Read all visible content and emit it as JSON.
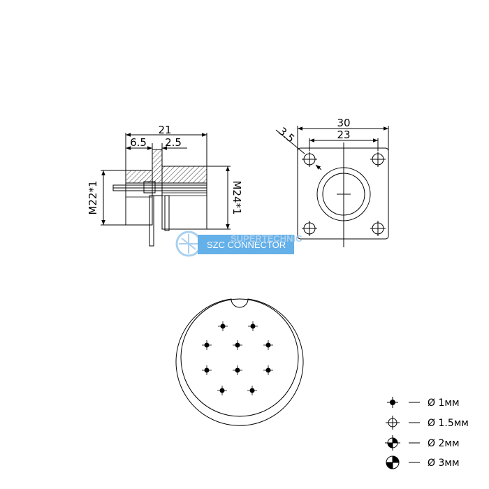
{
  "side_view": {
    "dim_overall": "21",
    "dim_a": "6.5",
    "dim_b": "2.5",
    "thread_left": "M22*1",
    "thread_right": "M24*1"
  },
  "flange_view": {
    "dim_outer": "30",
    "dim_holes": "23",
    "dim_hole_dia": "3.5"
  },
  "watermark": {
    "text": "SZC CONNECTOR",
    "ghost_text": "SUPERTECHNIC",
    "color": "#4aa3e6"
  },
  "legend": [
    {
      "symbol": "1mm-pin-icon",
      "label": "Ø 1мм"
    },
    {
      "symbol": "1_5mm-pin-icon",
      "label": "Ø 1.5мм"
    },
    {
      "symbol": "2mm-pin-icon",
      "label": "Ø 2мм"
    },
    {
      "symbol": "3mm-pin-icon",
      "label": "Ø 3мм"
    }
  ],
  "pin_face": {
    "pin_count": 10
  }
}
